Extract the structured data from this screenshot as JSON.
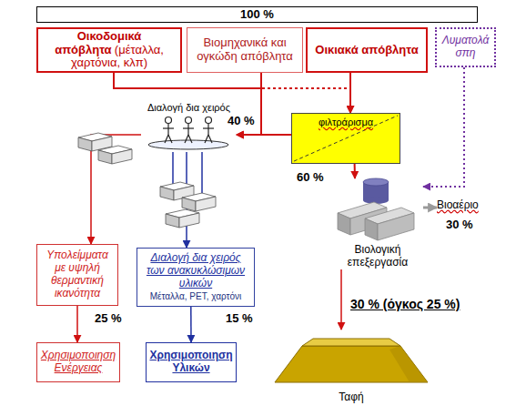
{
  "diagram": {
    "nodes": [
      {
        "text": [
          "100 %"
        ]
      },
      {
        "text": [
          "Οικοδομικά απόβλητα",
          "(μέταλλα, χαρτόνια, κλπ)"
        ]
      },
      {
        "text": [
          "Βιομηχανικά και ογκώδη απόβλητα"
        ]
      },
      {
        "text": [
          "Οικιακά απόβλητα"
        ]
      },
      {
        "text": [
          "Λυματολάσπη"
        ]
      },
      {
        "text": [
          "Διαλογή δια χειρός"
        ]
      },
      {
        "text": [
          "φιλτράρισμα"
        ]
      },
      {
        "text": [
          "Βιολογική επεξεργασία"
        ]
      },
      {
        "text": [
          "Βιοαέριο"
        ]
      },
      {
        "text": [
          "Υπολείμματα με υψηλή θερμαντική ικανότητα"
        ]
      },
      {
        "text": [
          "Διαλογή δια χειρός των ανακυκλώσιμων υλικών",
          "Μέταλλα, PET, χαρτόνι"
        ]
      },
      {
        "text": [
          "Χρησιμοποιηση Ενέργειας"
        ]
      },
      {
        "text": [
          "Χρησιμοποιηση Υλικών"
        ]
      },
      {
        "text": [
          "Ταφή"
        ]
      }
    ],
    "edges": [
      {
        "from": 1,
        "to": 5,
        "arrow": "to"
      },
      {
        "from": 2,
        "to": 5,
        "arrow": "to"
      },
      {
        "from": 2,
        "to": 6,
        "arrow": "to"
      },
      {
        "from": 3,
        "to": 6,
        "arrow": "to"
      },
      {
        "from": 4,
        "to": 7,
        "arrow": "to"
      },
      {
        "from": 6,
        "to": 5,
        "label": "40 %",
        "arrow": "to"
      },
      {
        "from": 6,
        "to": 7,
        "label": "60 %",
        "arrow": "to"
      },
      {
        "from": 7,
        "to": 8,
        "label": "30 %",
        "arrow": "to"
      },
      {
        "from": 5,
        "to": 9,
        "arrow": "to"
      },
      {
        "from": 9,
        "to": 11,
        "label": "25 %",
        "arrow": "to"
      },
      {
        "from": 5,
        "to": 10,
        "arrow": "to"
      },
      {
        "from": 10,
        "to": 12,
        "label": "15 %",
        "arrow": "to"
      },
      {
        "from": 7,
        "to": 13,
        "label": "30 % (όγκος 25 %)",
        "arrow": "to"
      }
    ]
  }
}
